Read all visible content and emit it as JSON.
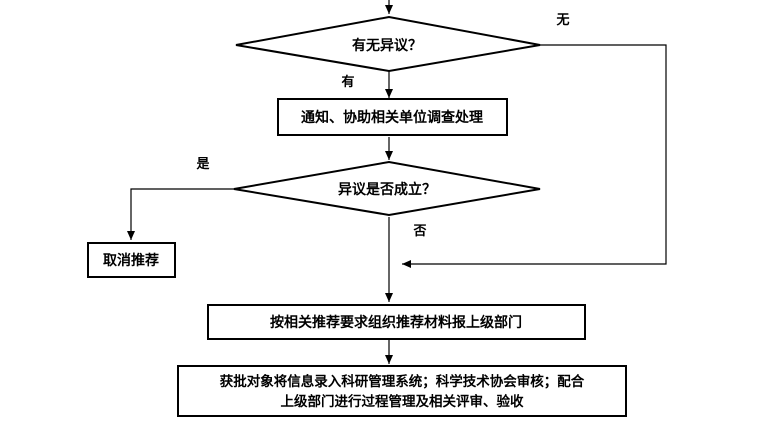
{
  "flowchart": {
    "decision_objection": "有无异议？",
    "decision_valid": "异议是否成立？",
    "process_notify": "通知、协助相关单位调查处理",
    "process_cancel": "取消推荐",
    "process_organize": "按相关推荐要求组织推荐材料报上级部门",
    "process_enter_line1": "获批对象将信息录入科研管理系统；科学技术协会审核；配合",
    "process_enter_line2": "上级部门进行过程管理及相关评审、验收",
    "edge_none": "无",
    "edge_has": "有",
    "edge_yes": "是",
    "edge_no": "否"
  }
}
